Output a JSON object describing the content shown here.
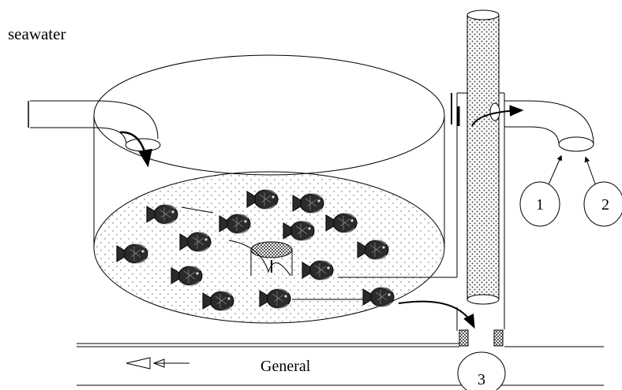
{
  "labels": {
    "seawater": "seawater",
    "drain": "General",
    "marker1": "1",
    "marker2": "2",
    "marker3": "3"
  },
  "colors": {
    "stroke": "#000000",
    "background": "#ffffff",
    "dot": "#b8b8b8",
    "fish_body": "#2b2b2b"
  },
  "icons": {
    "fish": "flatfish-icon",
    "flow_arrow": "curved-arrow-icon",
    "direction_arrow": "hollow-left-arrow-icon"
  }
}
